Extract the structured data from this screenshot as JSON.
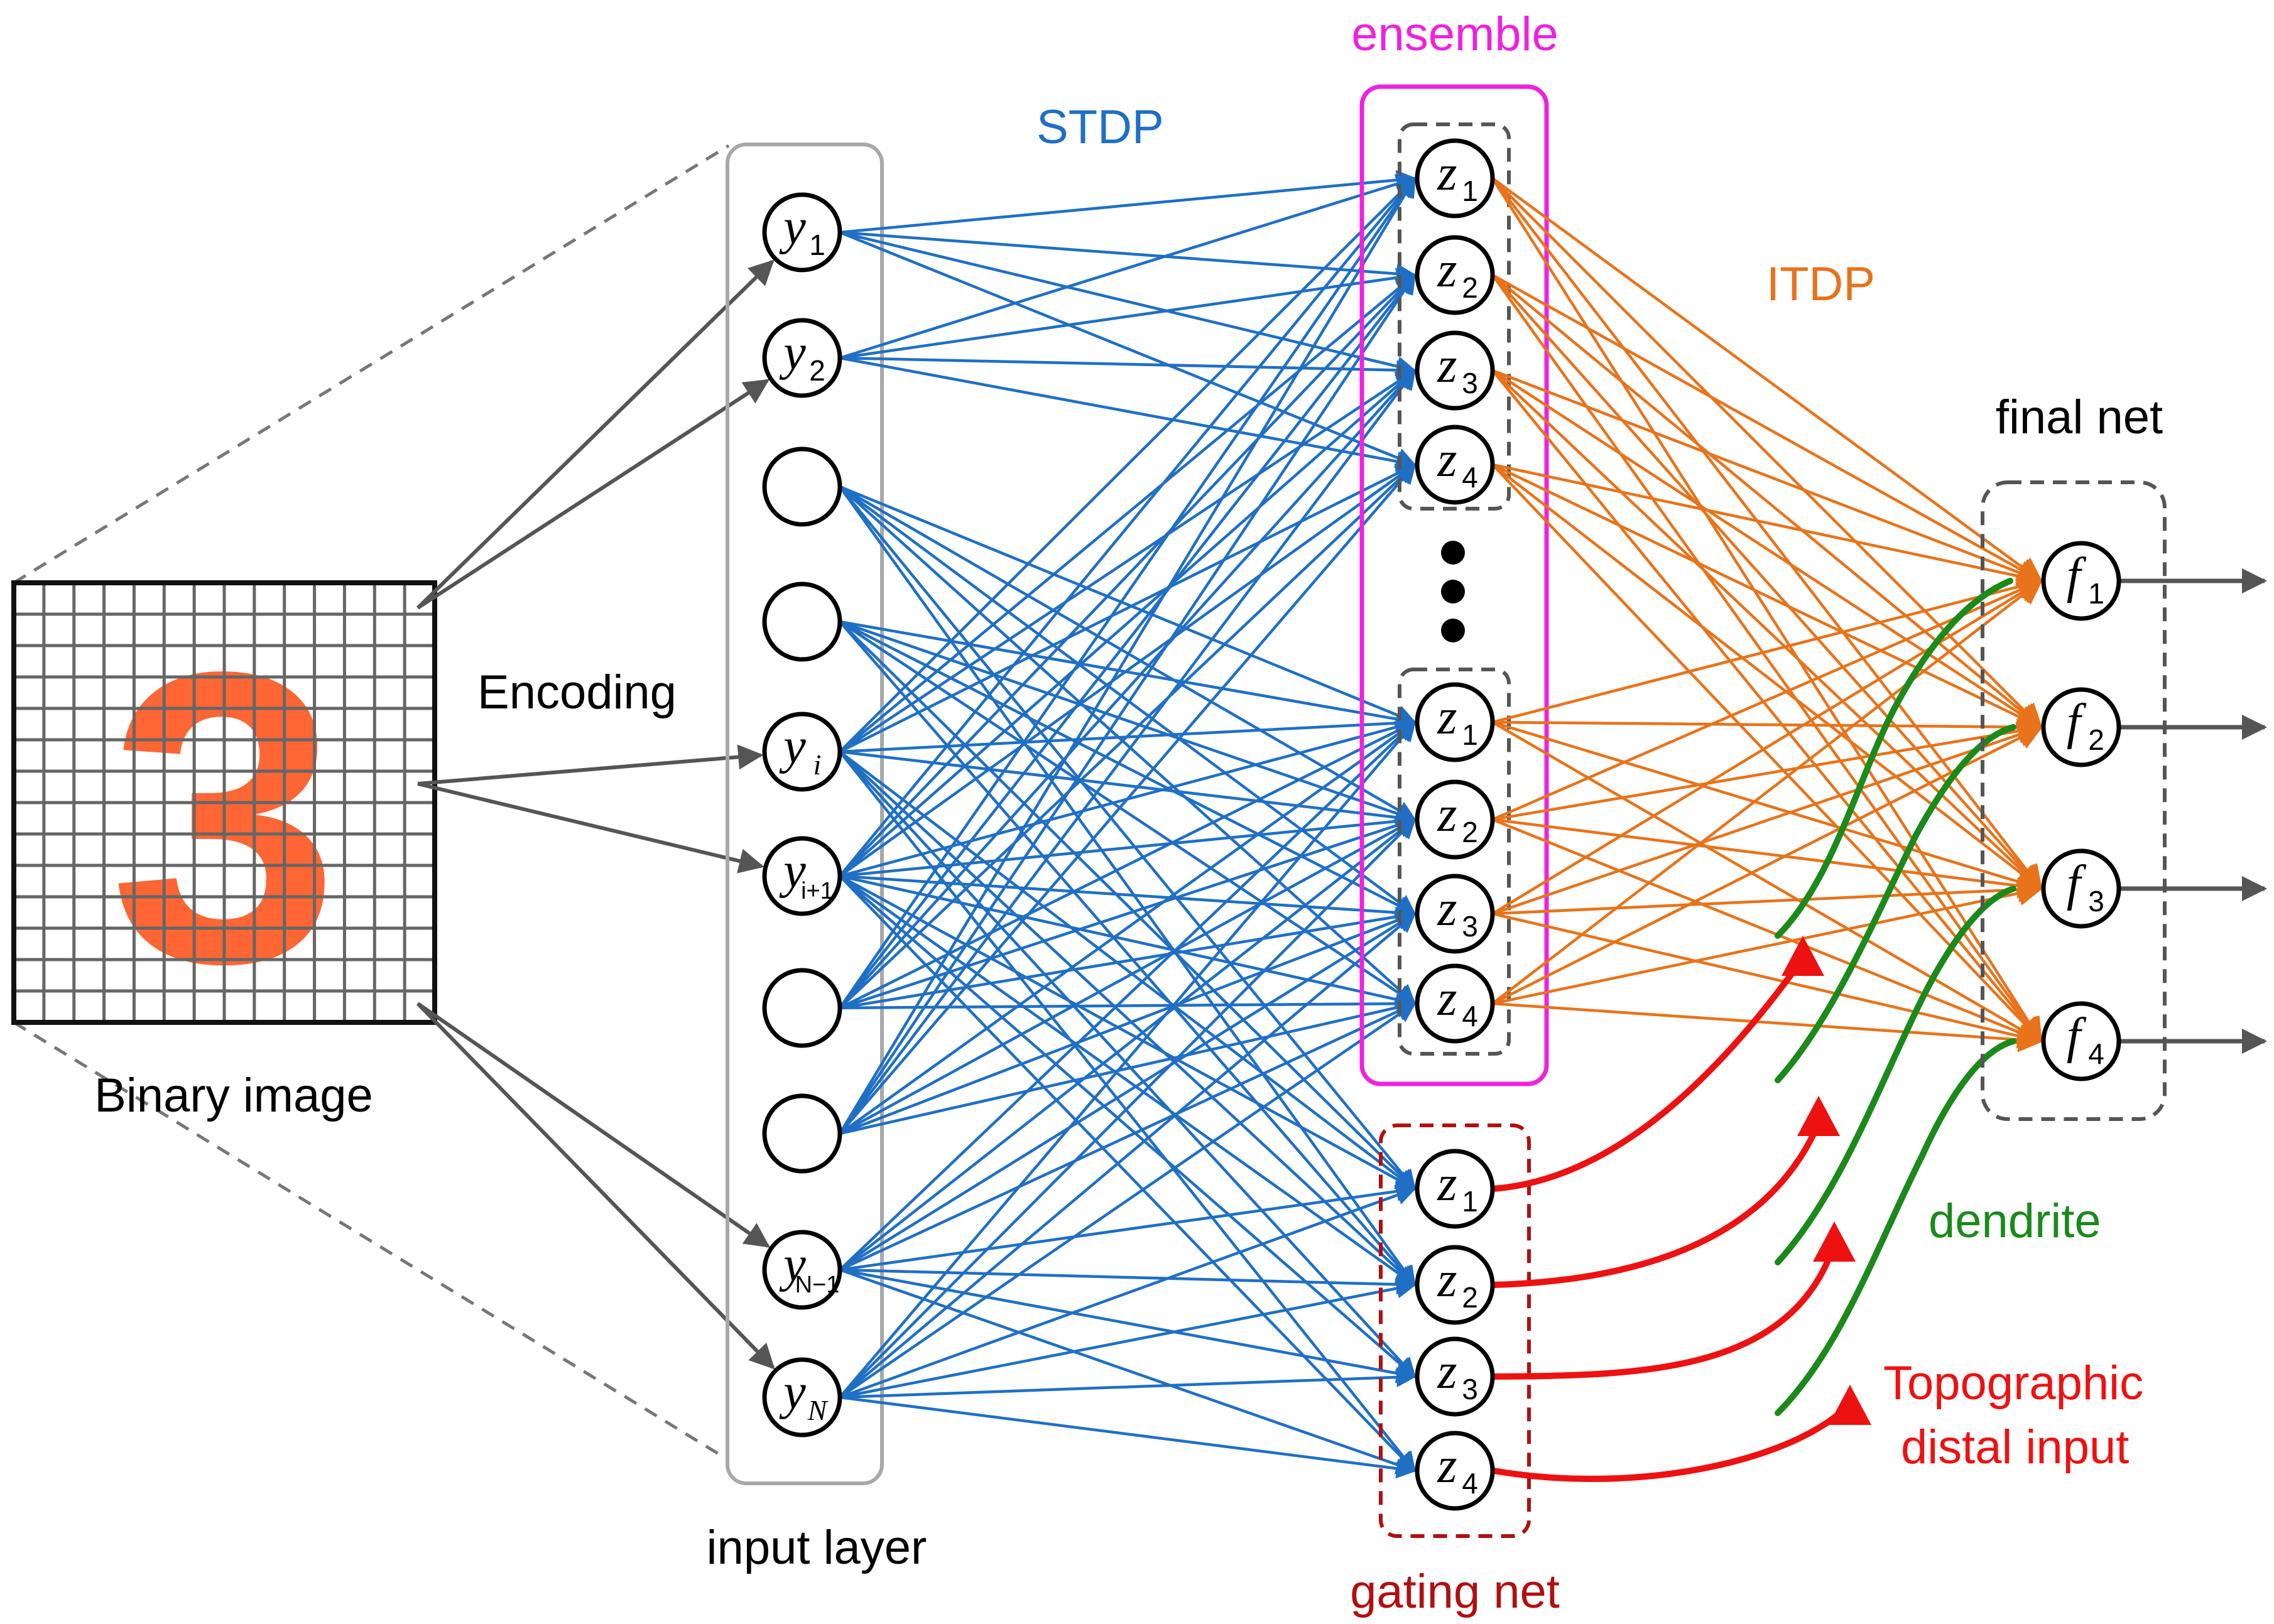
{
  "labels": {
    "binary_image": "Binary image",
    "encoding": "Encoding",
    "input_layer": "input layer",
    "stdp": "STDP",
    "ensemble": "ensemble",
    "itdp": "ITDP",
    "final_net": "final net",
    "gating_net": "gating net",
    "dendrite": "dendrite",
    "topographic_line1": "Topographic",
    "topographic_line2": "distal input"
  },
  "digit": "3",
  "input_nodes": [
    {
      "var": "y",
      "sub": "1"
    },
    {
      "var": "y",
      "sub": "2"
    },
    {
      "var": "",
      "sub": ""
    },
    {
      "var": "",
      "sub": ""
    },
    {
      "var": "y",
      "sub": "i"
    },
    {
      "var": "y",
      "sub": "i+1"
    },
    {
      "var": "",
      "sub": ""
    },
    {
      "var": "",
      "sub": ""
    },
    {
      "var": "y",
      "sub": "N−1"
    },
    {
      "var": "y",
      "sub": "N"
    }
  ],
  "ensemble_group_a": [
    {
      "var": "z",
      "sub": "1"
    },
    {
      "var": "z",
      "sub": "2"
    },
    {
      "var": "z",
      "sub": "3"
    },
    {
      "var": "z",
      "sub": "4"
    }
  ],
  "ensemble_group_b": [
    {
      "var": "z",
      "sub": "1"
    },
    {
      "var": "z",
      "sub": "2"
    },
    {
      "var": "z",
      "sub": "3"
    },
    {
      "var": "z",
      "sub": "4"
    }
  ],
  "gating_nodes": [
    {
      "var": "z",
      "sub": "1"
    },
    {
      "var": "z",
      "sub": "2"
    },
    {
      "var": "z",
      "sub": "3"
    },
    {
      "var": "z",
      "sub": "4"
    }
  ],
  "final_nodes": [
    {
      "var": "f",
      "sub": "1"
    },
    {
      "var": "f",
      "sub": "2"
    },
    {
      "var": "f",
      "sub": "3"
    },
    {
      "var": "f",
      "sub": "4"
    }
  ],
  "colors": {
    "stdp": "#1f6fc5",
    "itdp": "#e8731a",
    "ensemble_box": "#ee22dd",
    "gating_box": "#b01010",
    "gating_arrow": "#ee1111",
    "dendrite": "#1a8a1a",
    "encoding_arrow": "#555555",
    "digit": "#ff6633",
    "grid": "#666666"
  }
}
